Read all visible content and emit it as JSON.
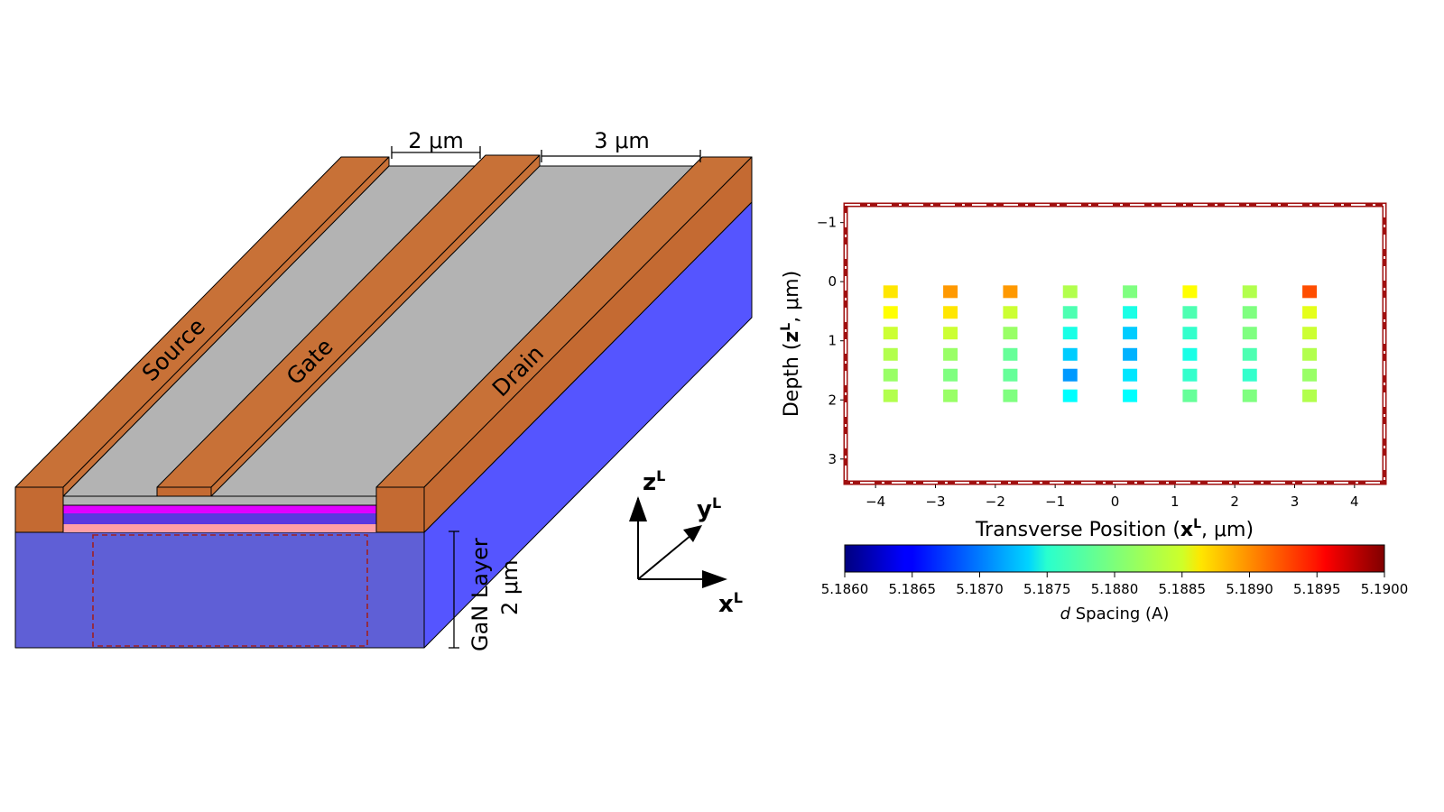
{
  "device": {
    "electrodes": [
      "Source",
      "Gate",
      "Drain"
    ],
    "dim_gate_gap": "2 μm",
    "dim_drain_gap": "3 μm",
    "layer_name": "GaN Layer",
    "layer_thickness": "2 μm",
    "colors": {
      "contact": "#c87137",
      "contact_front": "#c46a32",
      "channel": "#b3b3b3",
      "gan_front": "#5f5fd6",
      "gan_side": "#5555ff",
      "magenta": "#e000ff",
      "blue_layer": "#5a38e0",
      "pink_layer": "#ff9fa6",
      "roi": "#a02020"
    }
  },
  "axes_icon": {
    "z": "z",
    "y": "y",
    "x": "x",
    "sup": "L"
  },
  "chart_data": {
    "type": "heatmap",
    "xlabel": {
      "prefix": "Transverse Position  (",
      "var": "x",
      "sup": "L",
      "suffix": ", μm)"
    },
    "ylabel": {
      "prefix": "Depth (",
      "var": "z",
      "sup": "L",
      "suffix": ", μm)"
    },
    "xlim": [
      -4.5,
      4.5
    ],
    "ylim": [
      3.4,
      -1.3
    ],
    "xticks": [
      -4,
      -3,
      -2,
      -1,
      0,
      1,
      2,
      3,
      4
    ],
    "xtick_labels": [
      "−4",
      "−3",
      "−2",
      "−1",
      "0",
      "1",
      "2",
      "3",
      "4"
    ],
    "yticks": [
      -1,
      0,
      1,
      2,
      3
    ],
    "ytick_labels": [
      "−1",
      "0",
      "1",
      "2",
      "3"
    ],
    "x": [
      -3.75,
      -2.75,
      -1.75,
      -0.75,
      0.25,
      1.25,
      2.25,
      3.25
    ],
    "z": [
      0.17,
      0.52,
      0.87,
      1.23,
      1.58,
      1.93
    ],
    "values": [
      [
        5.1886,
        5.1889,
        5.1889,
        5.1882,
        5.188,
        5.1885,
        5.1882,
        5.1892
      ],
      [
        5.1885,
        5.1886,
        5.1883,
        5.1878,
        5.1876,
        5.1878,
        5.188,
        5.1884
      ],
      [
        5.1883,
        5.1883,
        5.1881,
        5.1876,
        5.1873,
        5.1877,
        5.188,
        5.1883
      ],
      [
        5.1882,
        5.1881,
        5.1879,
        5.1873,
        5.1872,
        5.1876,
        5.1878,
        5.1882
      ],
      [
        5.1881,
        5.188,
        5.1879,
        5.1871,
        5.1874,
        5.1877,
        5.1877,
        5.1881
      ],
      [
        5.1882,
        5.1881,
        5.188,
        5.1875,
        5.1875,
        5.1879,
        5.188,
        5.1882
      ]
    ],
    "colorbar": {
      "min": 5.186,
      "max": 5.19,
      "ticks": [
        "5.1860",
        "5.1865",
        "5.1870",
        "5.1875",
        "5.1880",
        "5.1885",
        "5.1890",
        "5.1895",
        "5.1900"
      ],
      "label_var": "d",
      "label_rest": " Spacing (A)",
      "colormap": "jet"
    },
    "frame_color": "#a01010"
  }
}
